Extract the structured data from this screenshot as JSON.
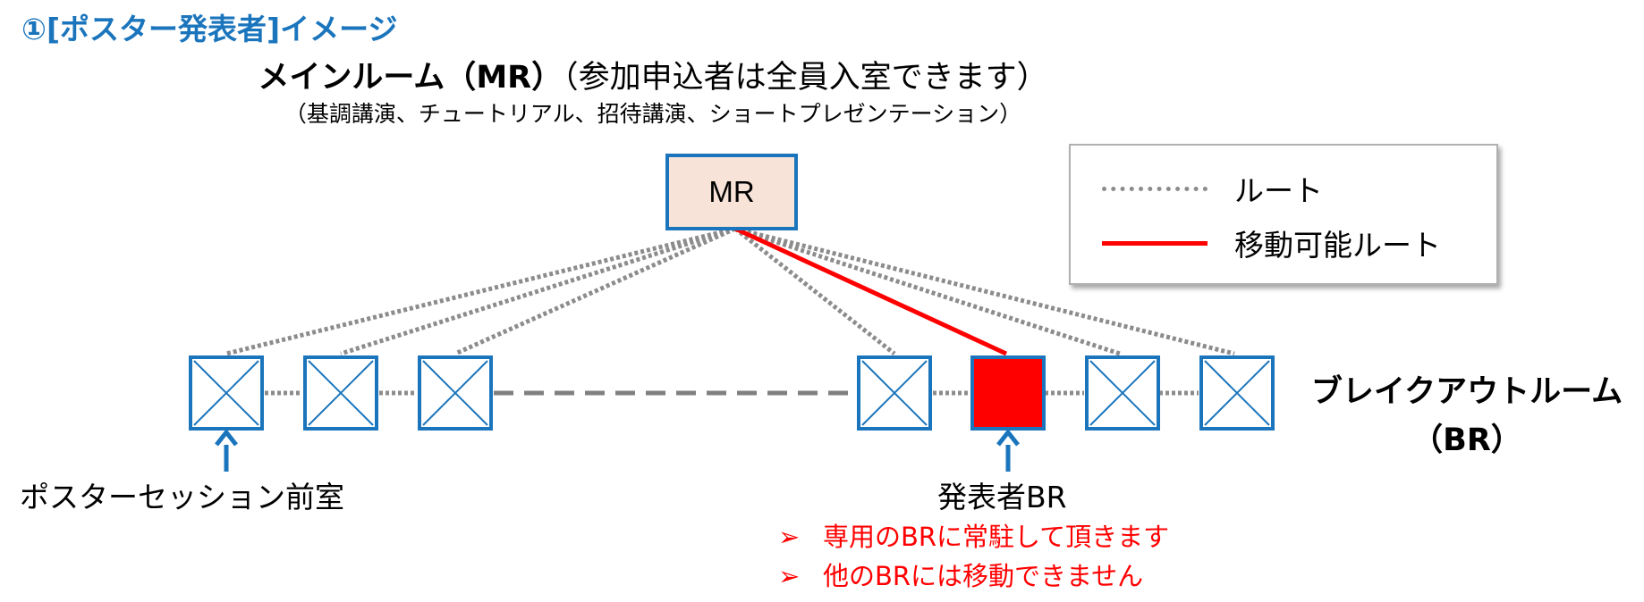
{
  "title": "①[ポスター発表者]イメージ",
  "main_room": {
    "name_prefix": "メインルーム（",
    "name_abbr": "MR",
    "name_suffix": "）",
    "note": "（参加申込者は全員入室できます）",
    "sessions": "（基調講演、チュートリアル、招待講演、ショートプレゼンテーション）",
    "box_label": "MR",
    "fill_color": "#f7e3d7",
    "border_color": "#1b75bc"
  },
  "legend": {
    "route_label": "ルート",
    "movable_route_label": "移動可能ルート",
    "route_color": "#8c8c8c",
    "movable_route_color": "#ff0000"
  },
  "breakout_rooms": {
    "label_line1": "ブレイクアウトルーム",
    "label_line2": "（BR）",
    "count": 7,
    "highlighted_index": 4,
    "highlight_color": "#ff0000",
    "border_color": "#1b75bc"
  },
  "anteroom_label": "ポスターセッション前室",
  "presenter_label": "発表者BR",
  "notes": {
    "bullet": "➢",
    "items": [
      "専用のBRに常駐して頂きます",
      "他のBRには移動できません"
    ]
  },
  "arrow_color": "#1b75bc"
}
